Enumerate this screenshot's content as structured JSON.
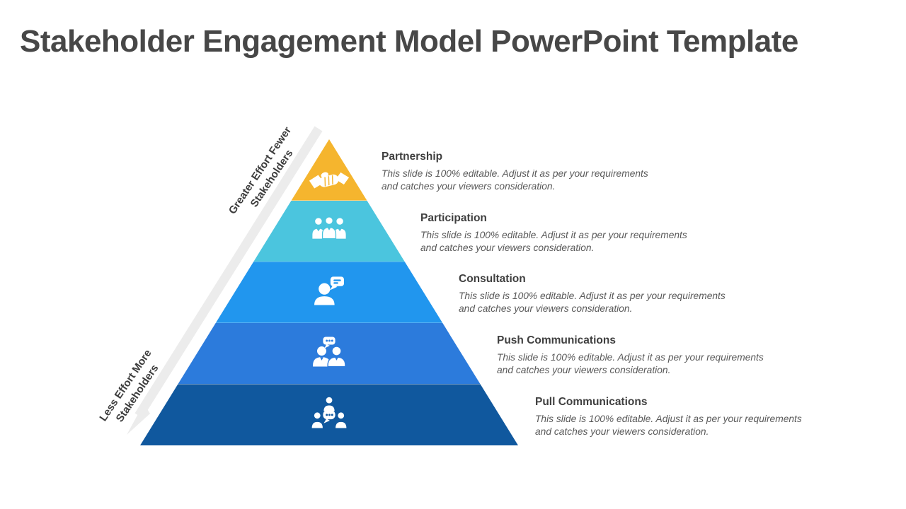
{
  "title": "Stakeholder Engagement Model PowerPoint Template",
  "colors": {
    "title_text": "#474747",
    "heading_text": "#3F3F3F",
    "body_text": "#595959",
    "axis_label_text": "#3C3C3C",
    "arrow": "#ECECEC"
  },
  "pyramid": {
    "axis_labels": {
      "greater": {
        "lines": [
          "Greater Effort Fewer",
          "Stakeholders"
        ]
      },
      "less": {
        "lines": [
          "Less Effort More",
          "Stakeholders"
        ]
      }
    },
    "arrow_icon": "down-left-arrow-icon",
    "levels": [
      {
        "label": "Partnership",
        "color": "#F5B52E",
        "icon": "handshake-icon",
        "description_lines": [
          "This slide is 100% editable. Adjust it as per your requirements",
          "and catches your viewers consideration."
        ]
      },
      {
        "label": "Participation",
        "color": "#4BC5DE",
        "icon": "three-people-icon",
        "description_lines": [
          "This slide is 100% editable. Adjust it as per your requirements",
          "and catches your viewers consideration."
        ]
      },
      {
        "label": "Consultation",
        "color": "#2196EE",
        "icon": "person-speech-bubble-icon",
        "description_lines": [
          "This slide is 100% editable. Adjust it as per your requirements",
          "and catches your viewers consideration."
        ]
      },
      {
        "label": "Push Communications",
        "color": "#2C7BDC",
        "icon": "two-people-chat-icon",
        "description_lines": [
          "This slide is 100% editable. Adjust it as per your requirements",
          "and catches your viewers consideration."
        ]
      },
      {
        "label": "Pull Communications",
        "color": "#10589E",
        "icon": "group-discussion-icon",
        "description_lines": [
          "This slide is 100% editable. Adjust it as per your requirements",
          "and catches your viewers consideration."
        ]
      }
    ]
  }
}
